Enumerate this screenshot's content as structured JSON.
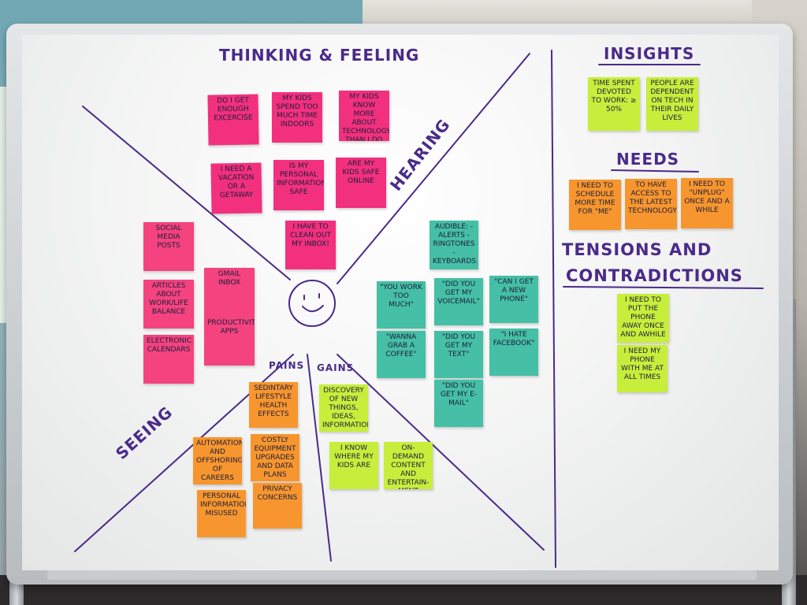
{
  "headings": {
    "thinking_feeling": "THINKING & FEELING",
    "hearing": "HEARING",
    "seeing": "SEEING",
    "pains": "PAINS",
    "gains": "GAINS",
    "insights": "INSIGHTS",
    "needs": "NEEDS",
    "tensions_line1": "TENSIONS AND",
    "tensions_line2": "CONTRADICTIONS"
  },
  "thinking_notes": [
    "DO I GET ENOUGH EXCERCISE",
    "MY KIDS SPEND TOO MUCH TIME INDOORS",
    "MY KIDS KNOW MORE ABOUT TECHNOLOGY THAN I DO",
    "I NEED A VACATION OR A GETAWAY",
    "IS MY PERSONAL INFORMATION SAFE",
    "ARE MY KIDS SAFE ONLINE",
    "I HAVE TO CLEAN OUT MY INBOX!"
  ],
  "seeing_notes": [
    "SOCIAL MEDIA POSTS",
    "ARTICLES ABOUT WORK/LIFE BALANCE",
    "ELECTRONIC CALENDARS",
    "GMAIL INBOX",
    "PRODUCTIVITY APPS"
  ],
  "hearing_notes": [
    "AUDIBLE: -ALERTS -RINGTONES -KEYBOARDS -REMINDERS",
    "\"YOU WORK TOO MUCH\"",
    "\"DID YOU GET MY VOICEMAIL\"",
    "\"CAN I GET A NEW PHONE\"",
    "\"WANNA GRAB A COFFEE\"",
    "\"DID YOU GET MY TEXT\"",
    "\"I HATE FACEBOOK\"",
    "\"DID YOU GET MY E-MAIL\""
  ],
  "pains_notes": [
    "SEDINTARY LIFESTYLE HEALTH EFFECTS",
    "AUTOMATION AND OFFSHORING OF CAREERS",
    "COSTLY EQUIPMENT UPGRADES AND DATA PLANS",
    "PERSONAL INFORMATION MISUSED",
    "PRIVACY CONCERNS"
  ],
  "gains_notes": [
    "DISCOVERY OF NEW THINGS, IDEAS, INFORMATION",
    "I KNOW WHERE MY KIDS ARE",
    "ON-DEMAND CONTENT AND ENTERTAIN-MENT"
  ],
  "insights_notes": [
    "TIME SPENT DEVOTED TO WORK: ≥ 50%",
    "PEOPLE ARE DEPENDENT ON TECH IN THEIR DAILY LIVES"
  ],
  "needs_notes": [
    "I NEED TO SCHEDULE MORE TIME FOR \"ME\"",
    "TO HAVE ACCESS TO THE LATEST TECHNOLOGY",
    "I NEED TO \"UNPLUG\" ONCE AND A WHILE"
  ],
  "tensions_notes": [
    "I NEED TO PUT THE PHONE AWAY ONCE AND AWHILE",
    "I NEED MY PHONE WITH ME AT ALL TIMES"
  ],
  "colors": {
    "marker": "#4a2a8a",
    "pink_note": "#f2307e",
    "teal_note": "#45bfa6",
    "orange_note": "#f7962e",
    "lime_note": "#c8ee3c"
  }
}
